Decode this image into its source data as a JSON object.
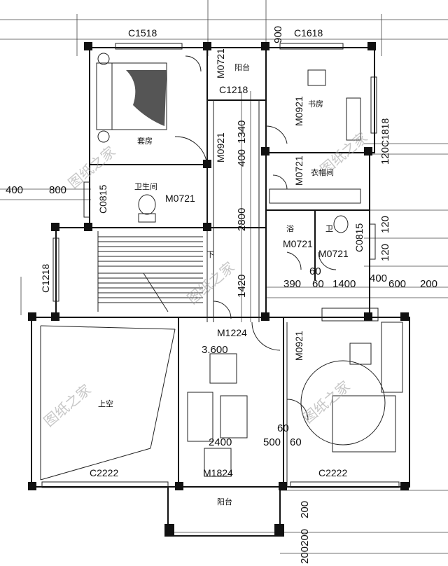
{
  "windows": {
    "top_left": "C1518",
    "top_right": "C1618",
    "balcony_door": "C1218",
    "right_upper": "C1818",
    "stair_window": "C1218",
    "left_toilet": "C0815",
    "right_toilet": "C0815",
    "bottom_left": "C2222",
    "bottom_right": "C2222"
  },
  "doors": {
    "balcony": "M0721",
    "study": "M0921",
    "suite": "M0921",
    "wardrobe": "M0721",
    "bathroom": "M0721",
    "shower": "M0721",
    "toilet": "M0721",
    "bedroom2": "M0921",
    "lobby": "M1224",
    "terrace": "M1824"
  },
  "rooms": {
    "balcony_top": "阳台",
    "study": "书房",
    "suite": "套房",
    "bathroom": "卫生间",
    "wardrobe": "衣帽间",
    "shower": "浴",
    "toilet": "卫",
    "open_below": "上空",
    "balcony_bottom": "阳台",
    "stair_down": "下"
  },
  "dimensions": {
    "d900": "900",
    "d400_left": "400",
    "d800": "800",
    "d1340": "1340",
    "d400_mid": "400",
    "d2800": "2800",
    "d1420": "1420",
    "d120_a": "120",
    "d120_b": "120",
    "d120_c": "120",
    "d60_a": "60",
    "d390": "390",
    "d60_b": "60",
    "d1400": "1400",
    "d400_r": "400",
    "d600": "600",
    "d200_r": "200",
    "level": "3.600",
    "d2400": "2400",
    "d60_c": "60",
    "d500": "500",
    "d60_d": "60",
    "d200_b1": "200",
    "d200_b2": "200",
    "d200_b3": "200"
  },
  "watermark": "图纸之家"
}
